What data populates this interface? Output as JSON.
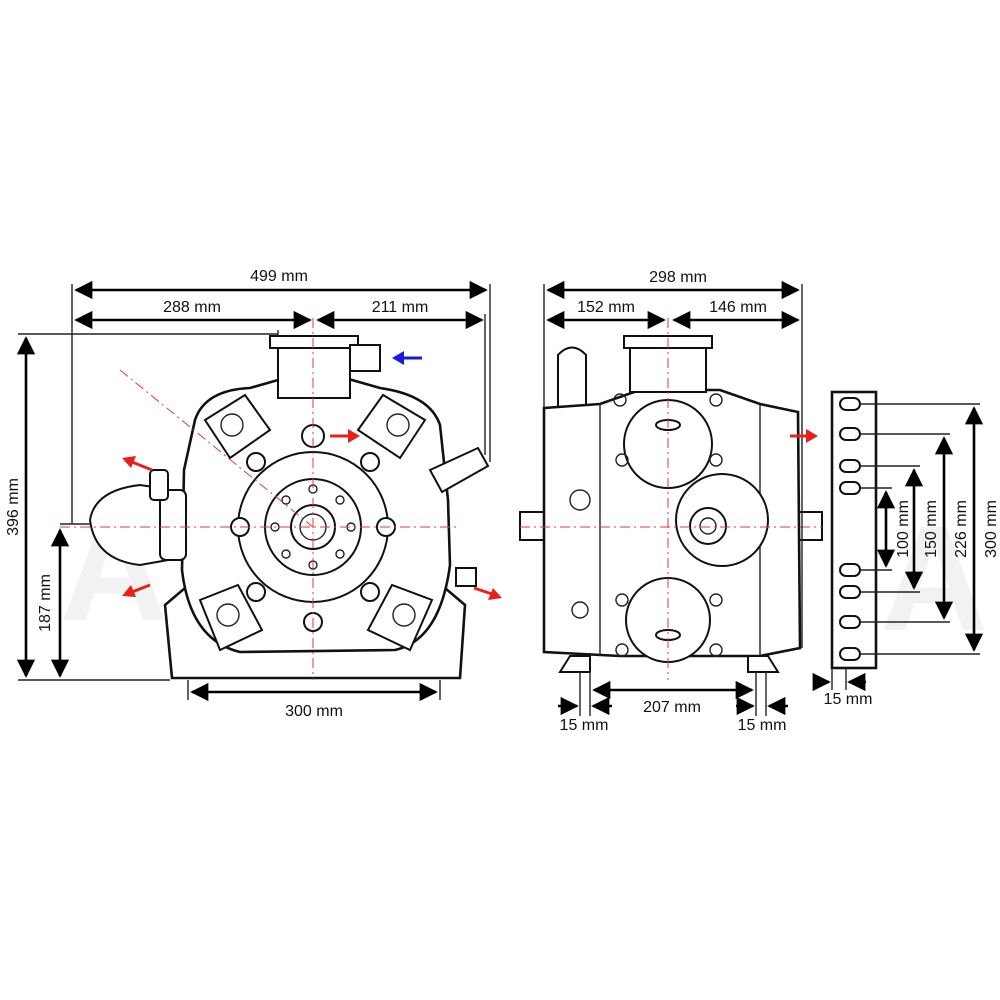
{
  "dimensions": {
    "front_total_width": "499 mm",
    "front_left_width": "288 mm",
    "front_right_width": "211 mm",
    "front_height": "396 mm",
    "front_axis_height": "187 mm",
    "front_base_width": "300 mm",
    "side_total_width": "298 mm",
    "side_left_width": "152 mm",
    "side_right_width": "146 mm",
    "side_foot_spacing": "207 mm",
    "side_foot_left": "15 mm",
    "side_foot_right": "15 mm",
    "bracket_width": "15 mm",
    "bracket_hole_100": "100 mm",
    "bracket_hole_150": "150 mm",
    "bracket_hole_226": "226 mm",
    "bracket_hole_300": "300 mm"
  },
  "colors": {
    "inlet_arrow": "#1a1adb",
    "outlet_arrow": "#e8201c",
    "centerline": "#e23a3a",
    "dimension_line": "#000000"
  },
  "icons": {
    "inlet": "blue-arrow-icon",
    "outlet": "red-arrow-icon"
  }
}
